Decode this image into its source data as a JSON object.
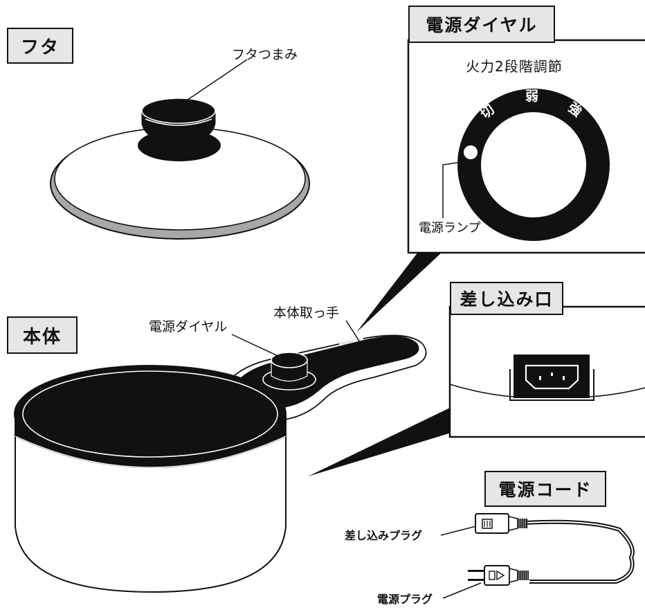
{
  "labels": {
    "lid_title": "フタ",
    "lid_knob": "フタつまみ",
    "body_title": "本体",
    "dial_callout": "電源ダイヤル",
    "handle_callout": "本体取っ手",
    "dial_panel_title": "電源ダイヤル",
    "heat_levels": "火力2段階調節",
    "setting_off": "切",
    "setting_low": "弱",
    "setting_high": "強",
    "power_lamp": "電源ランプ",
    "inlet_panel_title": "差し込み口",
    "cord_title": "電源コード",
    "inlet_plug": "差し込みプラグ",
    "power_plug": "電源プラグ"
  }
}
